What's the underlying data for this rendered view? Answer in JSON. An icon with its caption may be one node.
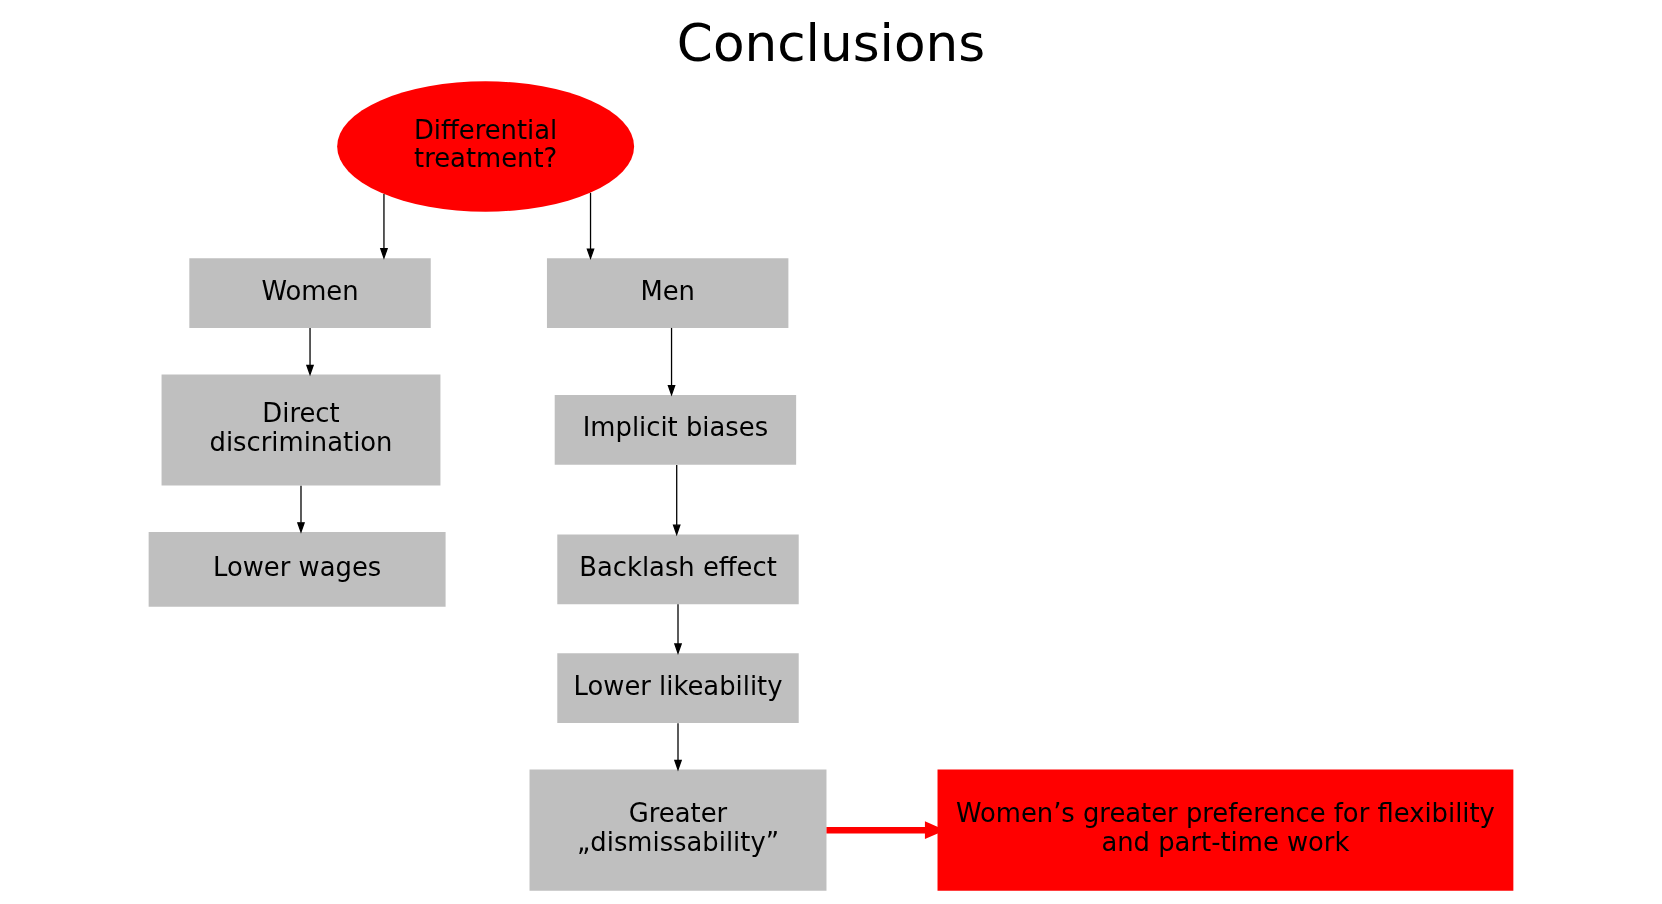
{
  "diagram": {
    "title": "Conclusions",
    "nodes": [
      {
        "text": [
          "Differential treatment?"
        ]
      },
      {
        "text": [
          "Women"
        ]
      },
      {
        "text": [
          "Direct discrimination"
        ]
      },
      {
        "text": [
          "Lower wages"
        ]
      },
      {
        "text": [
          "Men"
        ]
      },
      {
        "text": [
          "Implicit biases"
        ]
      },
      {
        "text": [
          "Backlash effect"
        ]
      },
      {
        "text": [
          "Lower likeability"
        ]
      },
      {
        "text": [
          "Greater „dismissability”"
        ]
      },
      {
        "text": [
          "Women’s greater preference for flexibility and part-time work"
        ]
      }
    ],
    "edges": [
      {
        "from": 0,
        "to": 1,
        "arrow": "to"
      },
      {
        "from": 0,
        "to": 4,
        "arrow": "to"
      },
      {
        "from": 1,
        "to": 2,
        "arrow": "to"
      },
      {
        "from": 2,
        "to": 3,
        "arrow": "to"
      },
      {
        "from": 4,
        "to": 5,
        "arrow": "to"
      },
      {
        "from": 5,
        "to": 6,
        "arrow": "to"
      },
      {
        "from": 6,
        "to": 7,
        "arrow": "to"
      },
      {
        "from": 7,
        "to": 8,
        "arrow": "to"
      },
      {
        "from": 8,
        "to": 9,
        "arrow": "to",
        "style": "thick",
        "color": "#ff0000"
      }
    ]
  }
}
